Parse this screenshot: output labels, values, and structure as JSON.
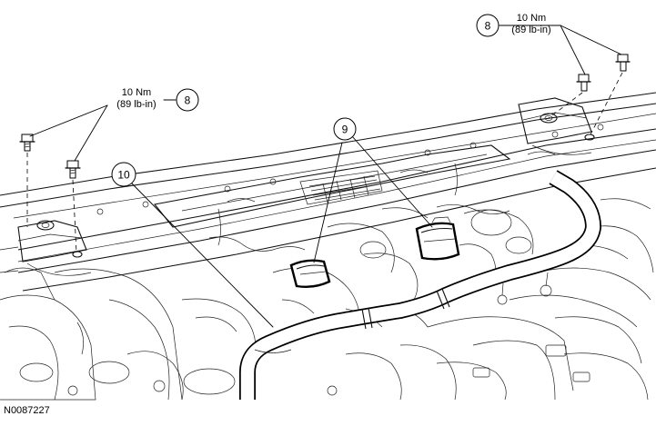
{
  "figure": {
    "reference_id": "N0087227"
  },
  "callouts": [
    {
      "id": "torque-top-right",
      "number": "8",
      "torque_nm": "10 Nm",
      "torque_lbin": "(89 lb-in)"
    },
    {
      "id": "torque-left",
      "number": "8",
      "torque_nm": "10 Nm",
      "torque_lbin": "(89 lb-in)"
    },
    {
      "id": "part-9",
      "number": "9"
    },
    {
      "id": "part-10",
      "number": "10"
    }
  ],
  "icons": [
    "bolt-icon",
    "callout-circle-icon"
  ]
}
